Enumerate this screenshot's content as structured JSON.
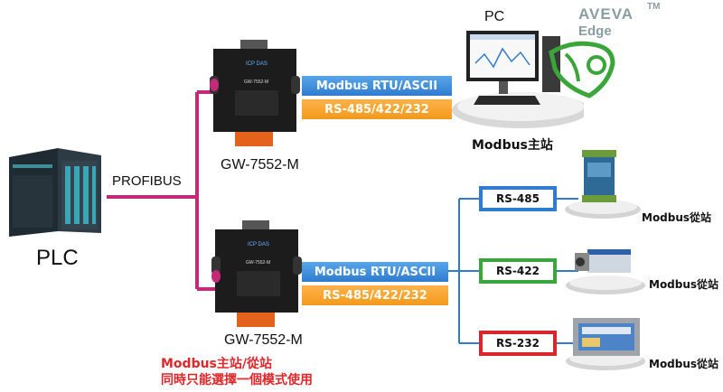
{
  "plc": {
    "label": "PLC"
  },
  "profibus": {
    "label": "PROFIBUS"
  },
  "gateway_top": {
    "label": "GW-7552-M",
    "brand": "ICP DAS",
    "model": "GW-7552-M"
  },
  "gateway_bottom": {
    "label": "GW-7552-M",
    "brand": "ICP DAS",
    "model": "GW-7552-M"
  },
  "pc": {
    "label": "PC",
    "role": "Modbus主站"
  },
  "aveva": {
    "name": "AVEVA",
    "tm": "TM",
    "edge": "Edge"
  },
  "links_top": {
    "protocol": "Modbus RTU/ASCII",
    "interface": "RS-485/422/232"
  },
  "links_bottom": {
    "protocol": "Modbus RTU/ASCII",
    "interface": "RS-485/422/232"
  },
  "slaves": [
    {
      "port": "RS-485",
      "role": "Modbus從站"
    },
    {
      "port": "RS-422",
      "role": "Modbus從站"
    },
    {
      "port": "RS-232",
      "role": "Modbus從站"
    }
  ],
  "note": {
    "line1": "Modbus主站/從站",
    "line2": "同時只能選擇一個模式使用"
  },
  "colors": {
    "blue": "#2e7bd0",
    "orange": "#f39a1c",
    "green": "#3aa63a",
    "red": "#d8262a",
    "magenta": "#c42a7a"
  }
}
